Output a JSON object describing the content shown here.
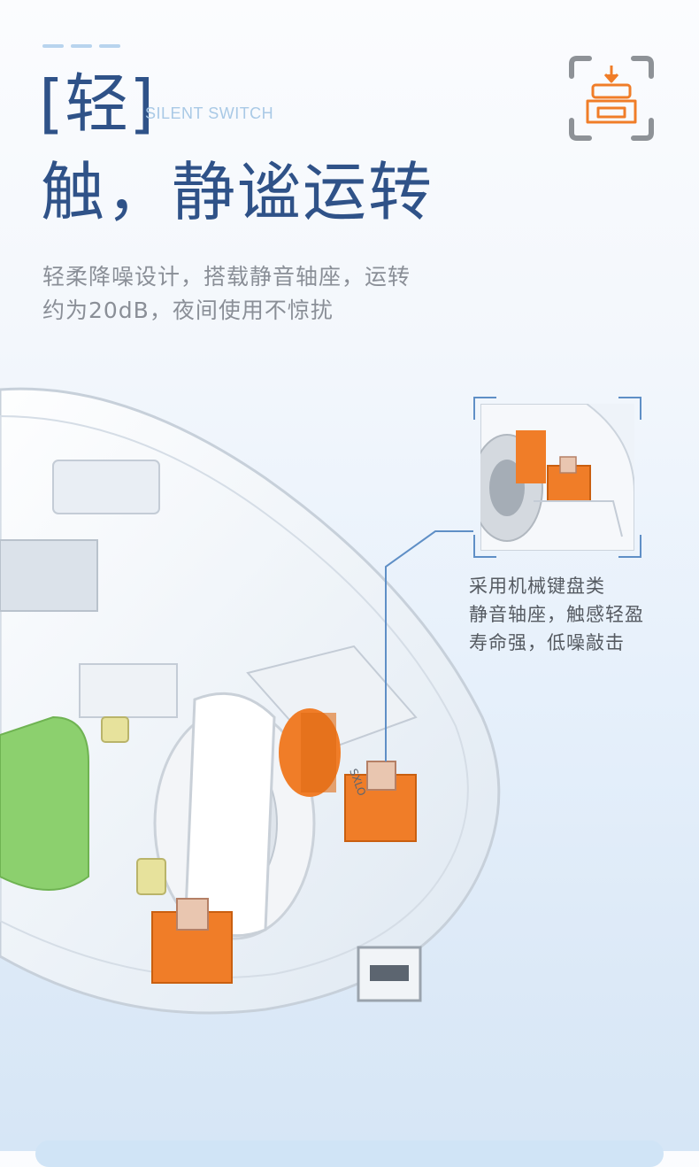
{
  "header": {
    "title_line1": "[轻]",
    "subtitle_en": "SILENT SWITCH",
    "title_line2": "触，静谧运转",
    "description_lines": [
      "轻柔降噪设计，搭载静音轴座，运转",
      "约为20dB，夜间使用不惊扰"
    ]
  },
  "badge": {
    "icon": "silent-switch-icon",
    "accent": "#f07d28",
    "frame_color": "#8e9297"
  },
  "feature": {
    "lines": [
      "采用机械键盘类",
      "静音轴座，触感轻盈",
      "寿命强，低噪敲击"
    ]
  },
  "product": {
    "image": "transparent-mouse-cutaway",
    "switch_color": "#f07d28",
    "battery_color": "#8cd06e",
    "switch_text": "SXLO"
  },
  "colors": {
    "title": "#2f5288",
    "subtitle": "#a9c9e6",
    "line": "#5f8fc6"
  }
}
